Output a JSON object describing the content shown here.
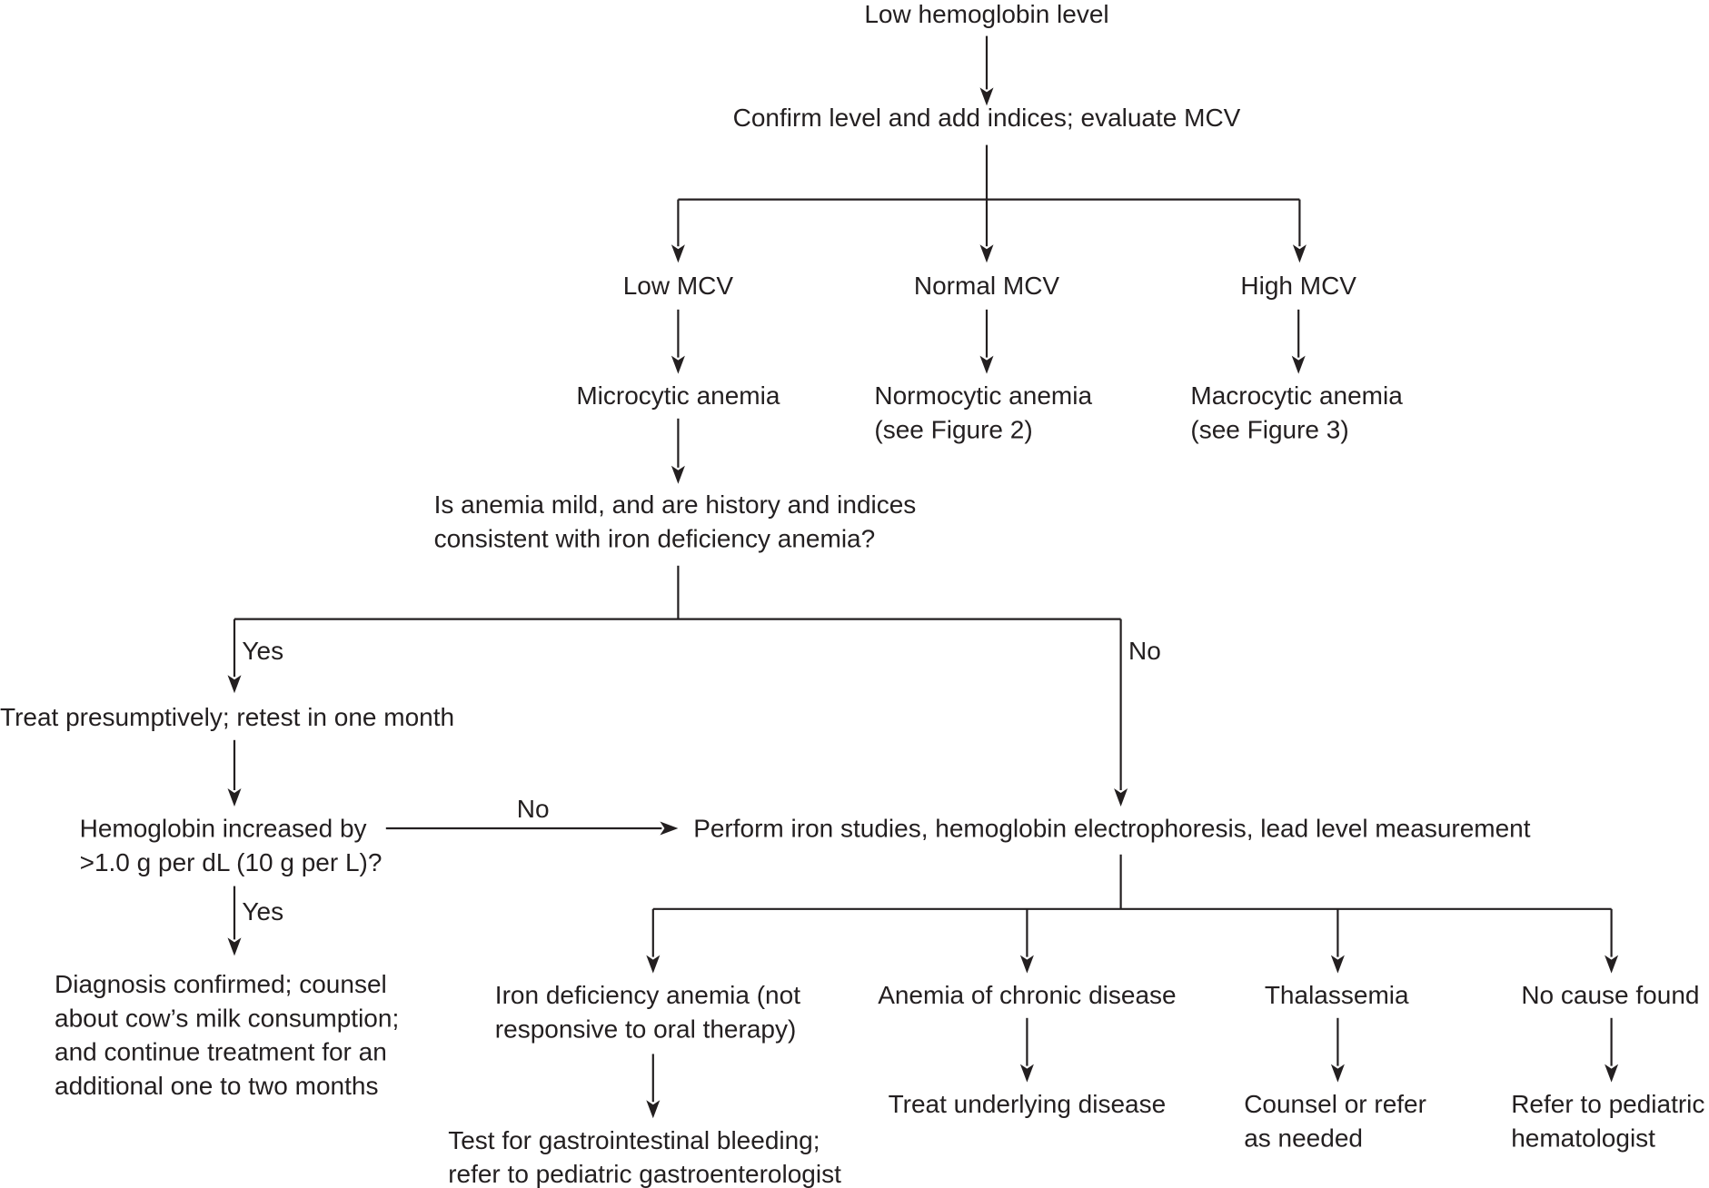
{
  "diagram": {
    "nodes": {
      "low_hgb": [
        "Low hemoglobin level"
      ],
      "confirm": [
        "Confirm level and add indices; evaluate MCV"
      ],
      "low_mcv": [
        "Low MCV"
      ],
      "normal_mcv": [
        "Normal MCV"
      ],
      "high_mcv": [
        "High MCV"
      ],
      "microcytic": [
        "Microcytic anemia"
      ],
      "normocytic": [
        "Normocytic anemia",
        "(see Figure 2)"
      ],
      "macrocytic": [
        "Macrocytic anemia",
        "(see Figure 3)"
      ],
      "mild_question": [
        "Is anemia mild, and are history and indices",
        "consistent with iron deficiency anemia?"
      ],
      "treat_presumptively": [
        "Treat presumptively; retest in one month"
      ],
      "hgb_increased": [
        "Hemoglobin increased by",
        ">1.0 g per dL (10 g per L)?"
      ],
      "perform_studies": [
        "Perform iron studies, hemoglobin electrophoresis, lead level measurement"
      ],
      "diagnosis_confirmed": [
        "Diagnosis confirmed; counsel",
        "about cow’s milk consumption;",
        "and continue treatment for an",
        "additional one to two months"
      ],
      "iron_deficiency": [
        "Iron deficiency anemia (not",
        "responsive to oral therapy)"
      ],
      "chronic_disease": [
        "Anemia of chronic disease"
      ],
      "thalassemia": [
        "Thalassemia"
      ],
      "no_cause": [
        "No cause found"
      ],
      "test_gi": [
        "Test for gastrointestinal bleeding;",
        "refer to pediatric gastroenterologist"
      ],
      "treat_underlying": [
        "Treat underlying disease"
      ],
      "counsel_refer": [
        "Counsel or refer",
        "as needed"
      ],
      "refer_hematologist": [
        "Refer to pediatric",
        "hematologist"
      ]
    },
    "edge_labels": {
      "yes_treat": "Yes",
      "no_studies": "No",
      "no_retest": "No",
      "yes_confirmed": "Yes"
    }
  }
}
